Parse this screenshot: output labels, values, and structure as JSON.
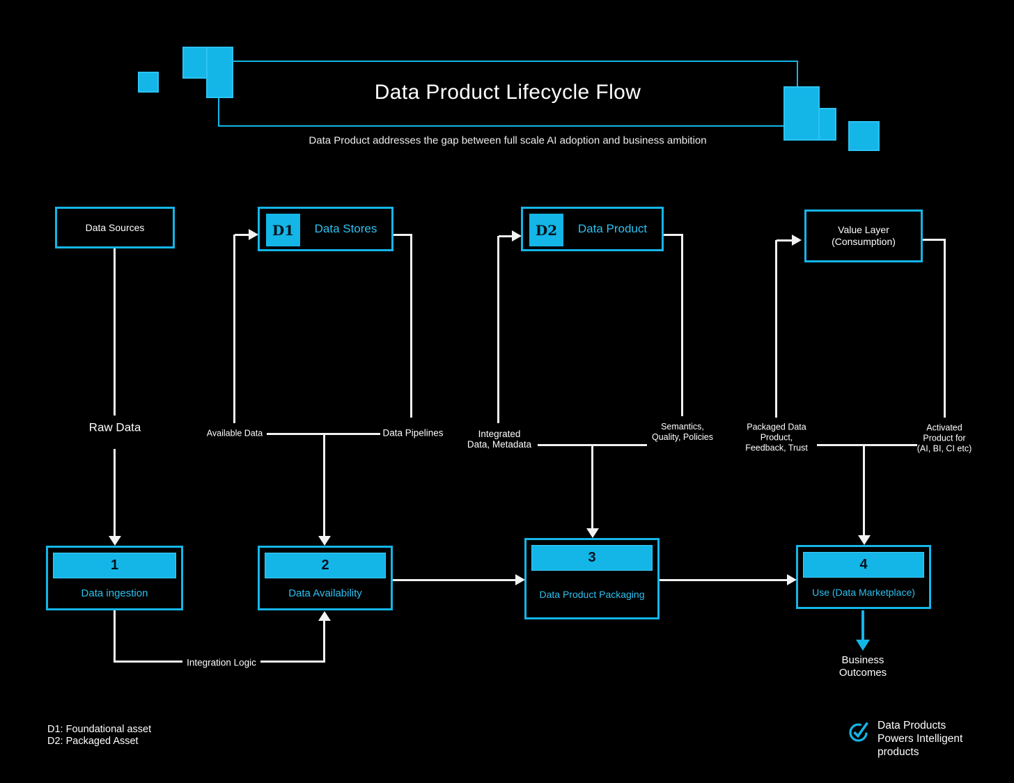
{
  "banner": {
    "title": "Data Product Lifecycle Flow",
    "subtitle": "Data Product addresses the gap between full scale AI adoption and business ambition"
  },
  "top_boxes": {
    "data_sources": {
      "label": "Data Sources"
    },
    "data_stores": {
      "badge": "D1",
      "label": "Data Stores"
    },
    "data_product": {
      "badge": "D2",
      "label": "Data Product"
    },
    "value_layer": {
      "label": "Value Layer\n(Consumption)"
    }
  },
  "flow_labels": {
    "raw_data": "Raw Data",
    "available_data": "Available Data",
    "data_pipelines": "Data Pipelines",
    "integrated": "Integrated\nData, Metadata",
    "semantics": "Semantics,\nQuality, Policies",
    "packaged": "Packaged Data\nProduct,\nFeedback, Trust",
    "activated": "Activated\nProduct for\n(AI, BI, CI etc)",
    "integration_logic": "Integration Logic",
    "business_outcomes": "Business\nOutcomes"
  },
  "steps": [
    {
      "number": "1",
      "label": "Data ingestion"
    },
    {
      "number": "2",
      "label": "Data Availability"
    },
    {
      "number": "3",
      "label": "Data Product Packaging"
    },
    {
      "number": "4",
      "label": "Use (Data Marketplace)"
    }
  ],
  "legend": {
    "d1": "D1: Foundational asset",
    "d2": "D2: Packaged Asset"
  },
  "footer": {
    "logo_icon": "check-circle-icon",
    "logo_text": "Data Products\nPowers Intelligent\nproducts"
  },
  "colors": {
    "accent": "#14B6E8",
    "accent_text": "#2EC1F0",
    "line": "#F2F2F2",
    "background": "#000000",
    "badge_text": "#05131C"
  }
}
